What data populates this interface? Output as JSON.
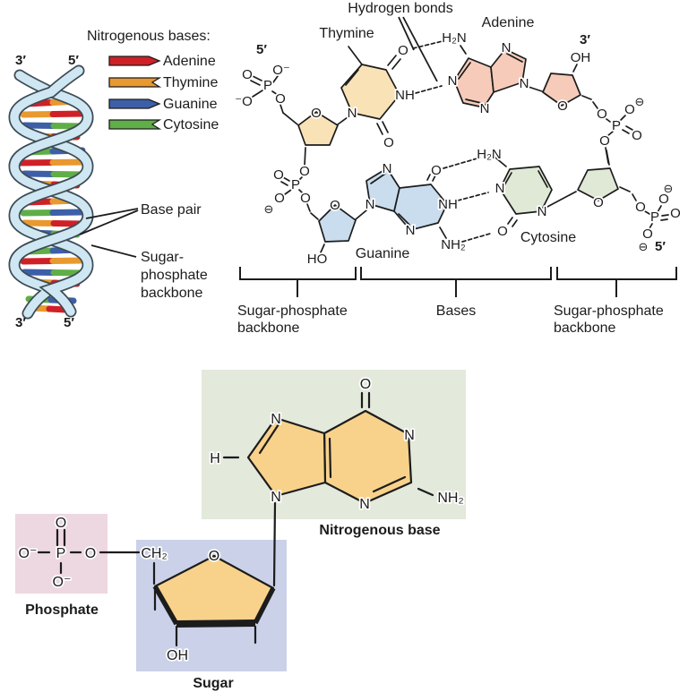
{
  "colors": {
    "adenine": "#cf2027",
    "thymine": "#e8992f",
    "guanine": "#3d5fa8",
    "cytosine": "#5fae47",
    "ribbon": "#cfe7f2",
    "ribbon-edge": "#3d4c55",
    "ring-cream": "#f9e2b5",
    "ring-pink": "#f6cbba",
    "ring-blue": "#c9ddee",
    "ring-green": "#e0e8d6",
    "box-green": "#e3e9db",
    "box-pink": "#edd7e1",
    "box-lav": "#cbd1e8",
    "pent-tan": "#f8d28b",
    "ink": "#1c1c1c"
  },
  "helix": {
    "legend_title": "Nitrogenous bases:",
    "legend": [
      {
        "label": "Adenine",
        "color": "#cf2027"
      },
      {
        "label": "Thymine",
        "color": "#e8992f"
      },
      {
        "label": "Guanine",
        "color": "#3d5fa8"
      },
      {
        "label": "Cytosine",
        "color": "#5fae47"
      }
    ],
    "top_3": "3′",
    "top_5": "5′",
    "bottom_3": "3′",
    "bottom_5": "5′",
    "base_pair": "Base pair",
    "backbone": [
      "Sugar-",
      "phosphate",
      "backbone"
    ]
  },
  "pair": {
    "hydrogen_bonds": "Hydrogen bonds",
    "thymine": "Thymine",
    "adenine": "Adenine",
    "guanine": "Guanine",
    "cytosine": "Cytosine",
    "p5_left": "5′",
    "p3_right": "3′",
    "p5_bottom": "5′",
    "bracket_left": [
      "Sugar-phosphate",
      "backbone"
    ],
    "bracket_mid": "Bases",
    "bracket_right": [
      "Sugar-phosphate",
      "backbone"
    ]
  },
  "nuc": {
    "phosphate": "Phosphate",
    "sugar": "Sugar",
    "base": "Nitrogenous base"
  },
  "atoms": {
    "O": "O",
    "Om": "O⁻",
    "mO": "⁻O",
    "P": "P",
    "N": "N",
    "NH": "NH",
    "NH2": "NH₂",
    "H2N": "H₂N",
    "OH": "OH",
    "HO": "HO",
    "CH2": "CH₂",
    "H": "H",
    "cm": "⊖"
  }
}
